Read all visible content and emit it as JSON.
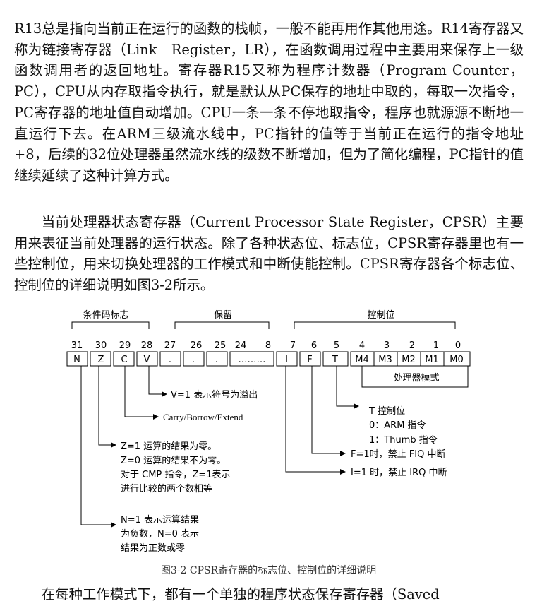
{
  "paragraphs": {
    "p1": "R13总是指向当前正在运行的函数的栈帧，一般不能再用作其他用途。R14寄存器又称为链接寄存器（Link　Register，LR），在函数调用过程中主要用来保存上一级函数调用者的返回地址。寄存器R15又称为程序计数器（Program Counter，PC），CPU从内存取指令执行，就是默认从PC保存的地址中取的，每取一次指令，PC寄存器的地址值自动增加。CPU一条一条不停地取指令，程序也就源源不断地一直运行下去。在ARM三级流水线中，PC指针的值等于当前正在运行的指令地址+8，后续的32位处理器虽然流水线的级数不断增加，但为了简化编程，PC指针的值继续延续了这种计算方式。",
    "p2": "当前处理器状态寄存器（Current Processor State Register，CPSR）主要用来表征当前处理器的运行状态。除了各种状态位、标志位，CPSR寄存器里也有一些控制位，用来切换处理器的工作模式和中断使能控制。CPSR寄存器各个标志位、控制位的详细说明如图3-2所示。",
    "p3": "在每种工作模式下，都有一个单独的程序状态保存寄存器（Saved"
  },
  "figure": {
    "groups": {
      "condition": "条件码标志",
      "reserved": "保留",
      "control": "控制位"
    },
    "bit_numbers": [
      "31",
      "30",
      "29",
      "28",
      "27",
      "26",
      "25",
      "24",
      "8",
      "7",
      "6",
      "5",
      "4",
      "3",
      "2",
      "1",
      "0"
    ],
    "cells": [
      "N",
      "Z",
      "C",
      "V",
      ".",
      ".",
      ".",
      "………",
      "I",
      "F",
      "T",
      "M4",
      "M3",
      "M2",
      "M1",
      "M0"
    ],
    "mode_label": "处理器模式",
    "notes": {
      "v": "V=1 表示符号为溢出",
      "c": "Carry/Borrow/Extend",
      "t_title": "T 控制位",
      "t_arm": "0：ARM 指令",
      "t_thumb": "1：Thumb 指令",
      "f": "F=1时，禁止 FIQ 中断",
      "i": "I=1 时，禁止 IRQ 中断",
      "z1": "Z=1 运算的结果为零。",
      "z2": "Z=0 运算的结果不为零。",
      "z3": "对于 CMP 指令，Z=1表示",
      "z4": "进行比较的两个数相等",
      "n1": "N=1 表示运算结果",
      "n2": "为负数，N=0 表示",
      "n3": "结果为正数或零"
    },
    "caption": "图3-2 CPSR寄存器的标志位、控制位的详细说明"
  }
}
